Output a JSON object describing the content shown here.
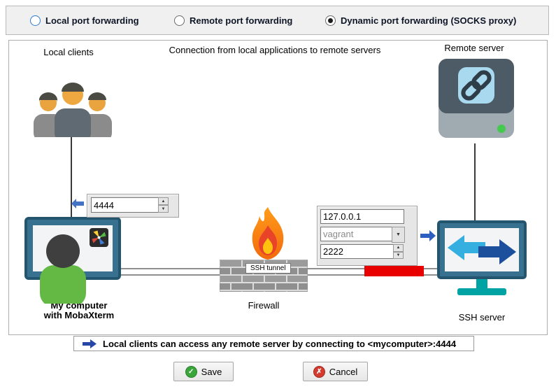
{
  "colors": {
    "accent_blue": "#2d5fc0",
    "tunnel_red": "#e80000",
    "save_green": "#3aa53a",
    "cancel_red": "#d23b2e",
    "monitor_frame": "#37718f",
    "stand_teal": "#00a3a3"
  },
  "icons": {
    "save": "check-circle",
    "cancel": "x-circle",
    "left_arrow": "arrow-left",
    "right_arrow": "arrow-right",
    "note_arrow": "arrow-right",
    "spin": "up-down-triangles",
    "combo": "down-triangle"
  },
  "radios": {
    "local": {
      "label": "Local port forwarding",
      "selected": false
    },
    "remote": {
      "label": "Remote port forwarding",
      "selected": false
    },
    "dynamic": {
      "label": "Dynamic port forwarding (SOCKS proxy)",
      "selected": true
    }
  },
  "diagram": {
    "local_clients_label": "Local clients",
    "subtitle": "Connection from local applications to remote servers",
    "remote_server_label": "Remote server",
    "forwarded_port": "4444",
    "remote_host": "127.0.0.1",
    "ssh_user": "vagrant",
    "ssh_port": "2222",
    "ssh_tunnel_label": "SSH tunnel",
    "firewall_label": "Firewall",
    "my_computer_line1": "My computer",
    "my_computer_line2": "with MobaXterm",
    "ssh_server_label": "SSH server"
  },
  "footer": {
    "note": "Local clients can access any remote server by connecting to <mycomputer>:4444"
  },
  "buttons": {
    "save": "Save",
    "cancel": "Cancel"
  }
}
